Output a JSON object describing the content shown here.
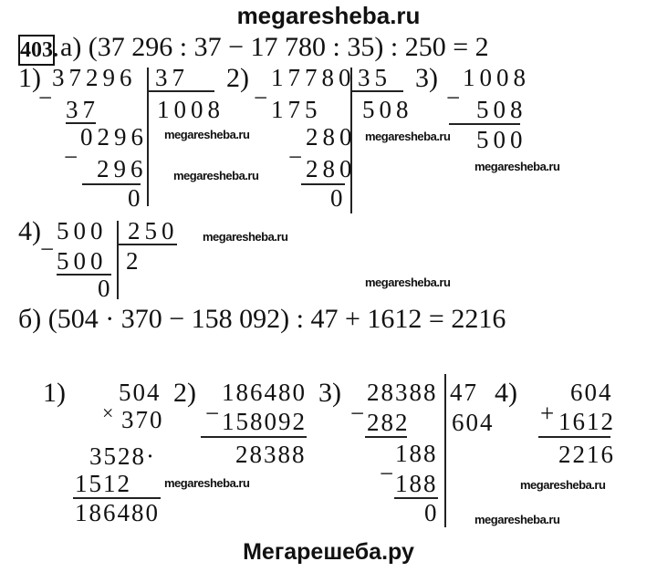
{
  "header": {
    "site": "megaresheba.ru"
  },
  "footer": {
    "site": "Мегарешеба.ру"
  },
  "watermark": "megaresheba.ru",
  "problem": {
    "number": "403.",
    "part_a": {
      "equation": "а) (37 296 : 37 − 17 780 : 35) : 250 = 2",
      "step1": {
        "label": "1)",
        "dividend": "37296",
        "divisor": "37",
        "quotient": "1008",
        "lines": [
          "37",
          "0296",
          "296",
          "0"
        ]
      },
      "step2": {
        "label": "2)",
        "dividend": "17780",
        "divisor": "35",
        "quotient": "508",
        "lines": [
          "175",
          "280",
          "280",
          "0"
        ]
      },
      "step3": {
        "label": "3)",
        "minuend": "1008",
        "subtrahend": "508",
        "result": "500"
      },
      "step4": {
        "label": "4)",
        "dividend": "500",
        "divisor": "250",
        "quotient": "2",
        "lines": [
          "500",
          "0"
        ]
      }
    },
    "part_b": {
      "equation": "б) (504 · 370 − 158 092) : 47 + 1612 = 2216",
      "step1": {
        "label": "1)",
        "a": "504",
        "b": "370",
        "partials": [
          "3528·",
          "1512"
        ],
        "result": "186480"
      },
      "step2": {
        "label": "2)",
        "minuend": "186480",
        "subtrahend": "158092",
        "result": "28388"
      },
      "step3": {
        "label": "3)",
        "dividend": "28388",
        "divisor": "47",
        "quotient": "604",
        "lines": [
          "282",
          "188",
          "188",
          "0"
        ]
      },
      "step4": {
        "label": "4)",
        "a": "604",
        "b": "1612",
        "result": "2216"
      }
    },
    "signs": {
      "minus": "−",
      "times": "×",
      "plus": "+"
    }
  }
}
